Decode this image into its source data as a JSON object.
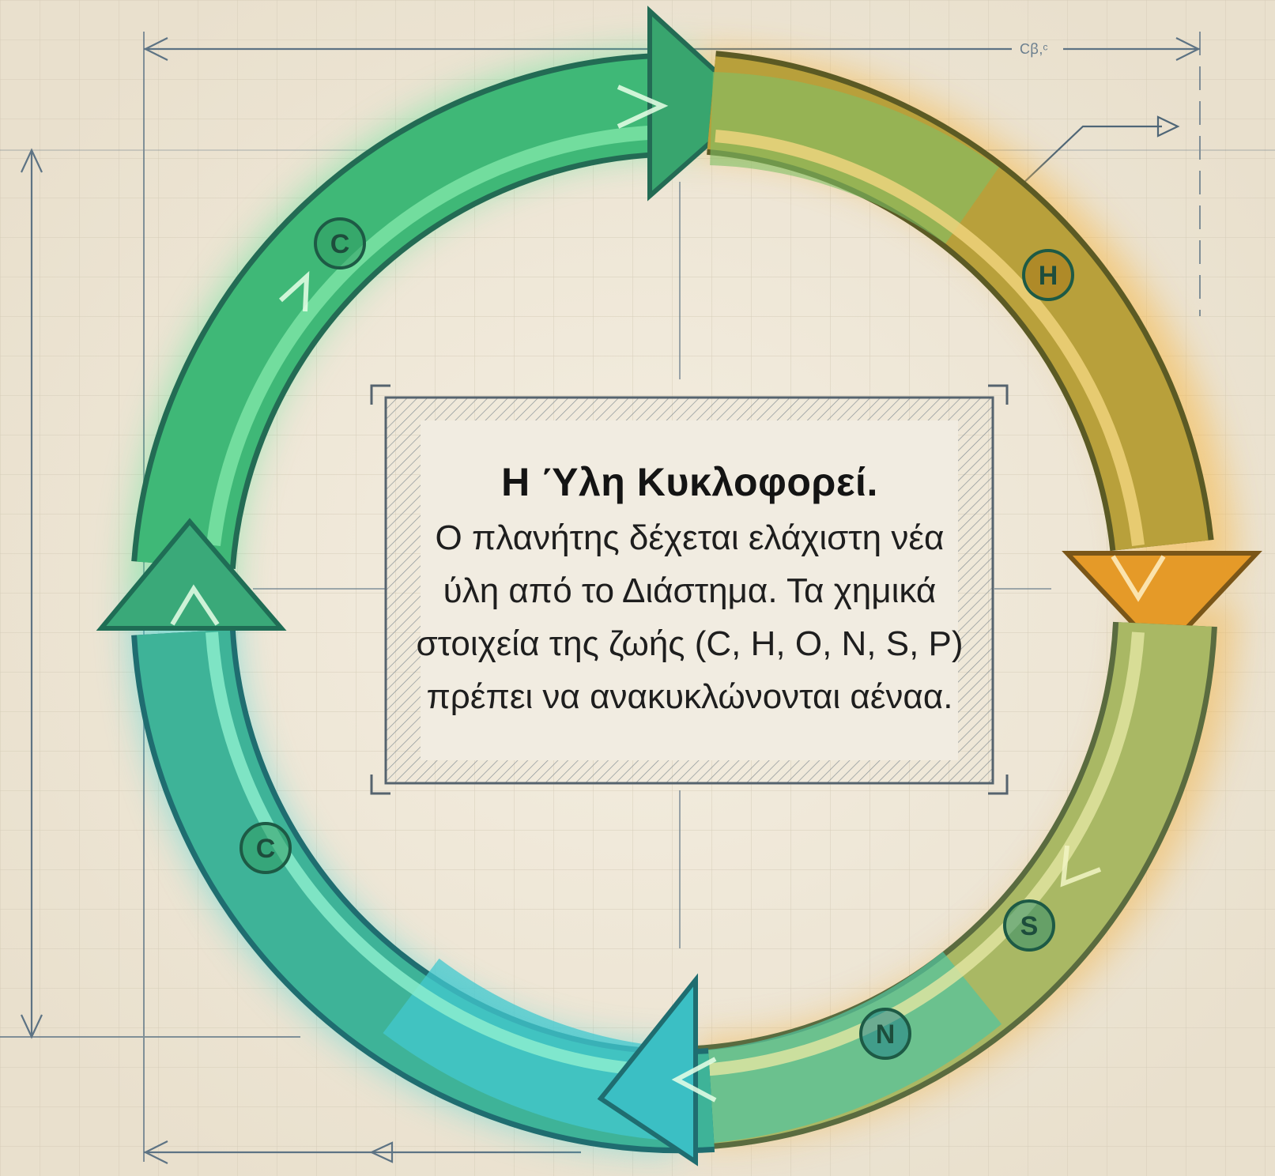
{
  "title": "Η Ύλη Κυκλοφορεί.",
  "body": "Ο πλανήτης δέχεται ελάχιστη νέα ύλη από το Διάστημα. Τα χημικά στοιχεία της ζωής (C, H, O, N, S, P) πρέπει να ανακυκλώνονται αέναα.",
  "dimension_note": "Cꞵ,ᶜ",
  "cycle_nodes": [
    {
      "label": "C",
      "color": "#2f9a63"
    },
    {
      "label": "H",
      "color": "#a8781a"
    },
    {
      "label": "S",
      "color": "#2f8c6a"
    },
    {
      "label": "N",
      "color": "#1f7f86"
    },
    {
      "label": "C",
      "color": "#2f9a63"
    }
  ],
  "colors": {
    "background": "#eee6d6",
    "grid": "#cfc6b3",
    "blueprint_line": "#5d7384",
    "green": "#3cc27a",
    "orange": "#f0a22a",
    "cyan": "#36c6d6"
  }
}
